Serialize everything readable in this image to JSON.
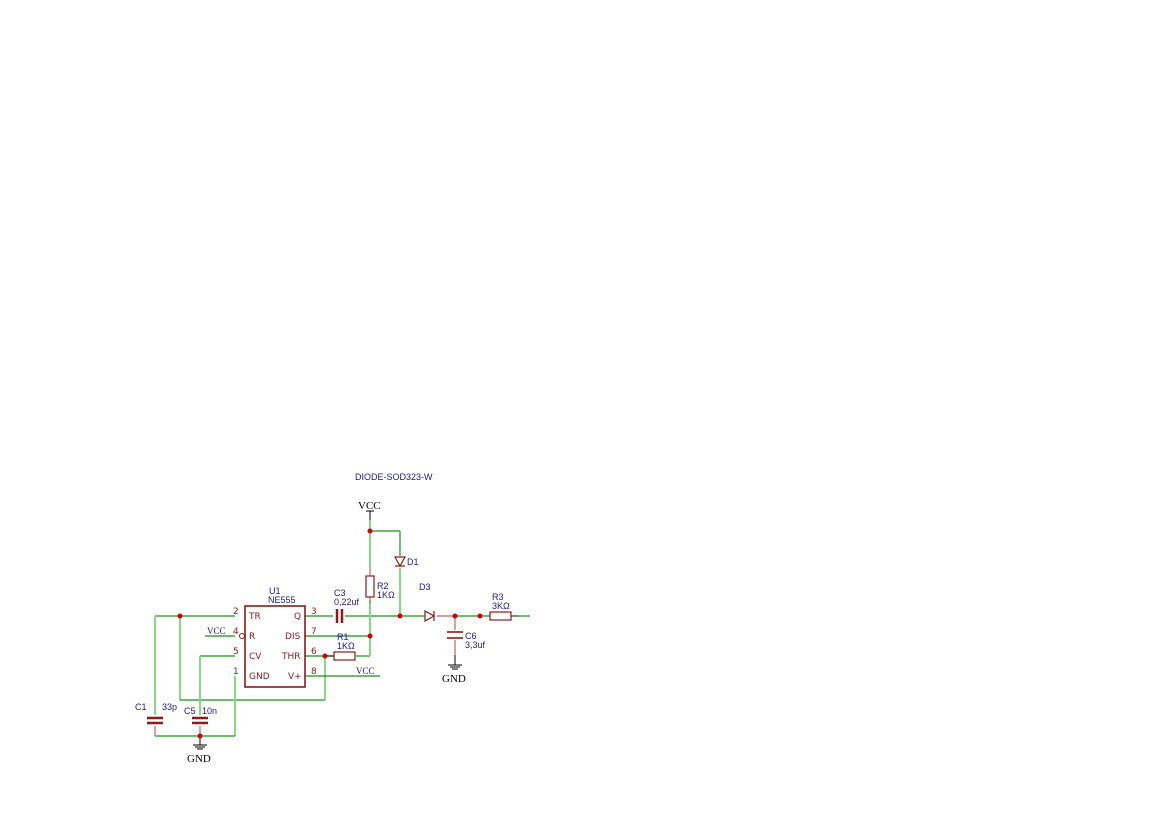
{
  "diagram": {
    "type": "electronic-schematic",
    "title_note": "DIODE-SOD323-W",
    "colors": {
      "wire": "#1e8c1e",
      "component": "#8b1a1a",
      "junction": "#cc0000",
      "label": "#1a1a8a"
    },
    "ic": {
      "ref": "U1",
      "value": "NE555",
      "pins": [
        {
          "num": "2",
          "name": "TR"
        },
        {
          "num": "4",
          "name": "R"
        },
        {
          "num": "5",
          "name": "CV"
        },
        {
          "num": "1",
          "name": "GND"
        },
        {
          "num": "3",
          "name": "Q"
        },
        {
          "num": "7",
          "name": "DIS"
        },
        {
          "num": "6",
          "name": "THR"
        },
        {
          "num": "8",
          "name": "V+"
        }
      ]
    },
    "components": {
      "C1": {
        "ref": "C1",
        "value": "33p"
      },
      "C5": {
        "ref": "C5",
        "value": "10n"
      },
      "C3": {
        "ref": "C3",
        "value": "0,22uf"
      },
      "R1": {
        "ref": "R1",
        "value": "1KΩ"
      },
      "R2": {
        "ref": "R2",
        "value": "1KΩ"
      },
      "D1": {
        "ref": "D1"
      },
      "D3": {
        "ref": "D3"
      },
      "C6": {
        "ref": "C6",
        "value": "3,3uf"
      },
      "R3": {
        "ref": "R3",
        "value": "3KΩ"
      }
    },
    "power": {
      "vcc_top": "VCC",
      "vcc_pin4": "VCC",
      "vcc_pin8": "VCC",
      "gnd_left": "GND",
      "gnd_right": "GND"
    }
  }
}
